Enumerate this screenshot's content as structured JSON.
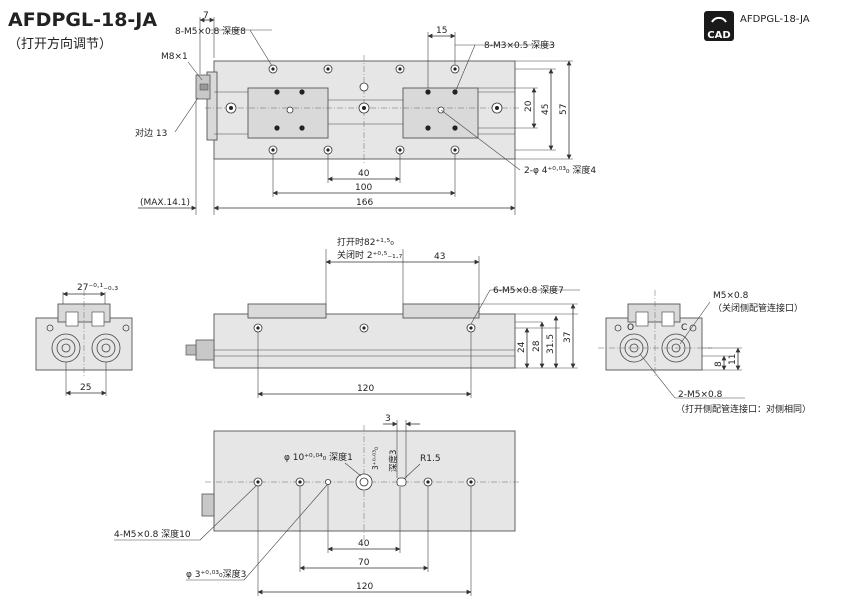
{
  "header": {
    "model": "AFDPGL-18-JA",
    "subtitle": "（打开方向调节）",
    "cad_badge": "CAD",
    "cad_model": "AFDPGL-18-JA"
  },
  "top_view": {
    "dims": {
      "d7": "7",
      "d15": "15",
      "d20": "20",
      "d45": "45",
      "d57": "57",
      "d40": "40",
      "d100": "100",
      "d166": "166",
      "max": "(MAX.14.1)"
    },
    "notes": {
      "tap_m5": "8-M5×0.8 深度8",
      "tap_m3": "8-M3×0.5 深度3",
      "m8": "M8×1",
      "across_flats": "对边 13",
      "pin_hole": "2-φ 4⁺⁰·⁰³₀ 深度4"
    }
  },
  "front_view": {
    "dims": {
      "open_label": "打开时82⁺¹·⁵₀",
      "close_label": "关闭时  2⁺⁰·⁵₋₁.₇",
      "d43": "43",
      "d24": "24",
      "d28": "28",
      "d315": "31.5",
      "d37": "37",
      "d120": "120"
    },
    "notes": {
      "side_tap": "6-M5×0.8 深度7"
    }
  },
  "left_view": {
    "dims": {
      "d27": "27⁻⁰·¹₋₀.₃",
      "d25": "25"
    }
  },
  "right_view": {
    "dims": {
      "d8": "8",
      "d11": "11"
    },
    "notes": {
      "port_close": "M5×0.8",
      "port_close_desc": "（关闭侧配管连接口）",
      "port_open": "2-M5×0.8",
      "port_open_desc": "（打开侧配管连接口：对侧相同）",
      "label_o": "O",
      "label_c": "C"
    }
  },
  "bottom_view": {
    "dims": {
      "d3": "3",
      "slot_depth_a": "3⁺⁰·⁰³₀",
      "slot_depth_b": "深度3",
      "d40": "40",
      "d70": "70",
      "d120": "120"
    },
    "notes": {
      "center_hole": "φ 10⁺⁰·⁰⁴₀ 深度1",
      "radius": "R1.5",
      "bottom_tap": "4-M5×0.8 深度10",
      "pin_hole": "φ 3⁺⁰·⁰³₀深度3"
    }
  }
}
